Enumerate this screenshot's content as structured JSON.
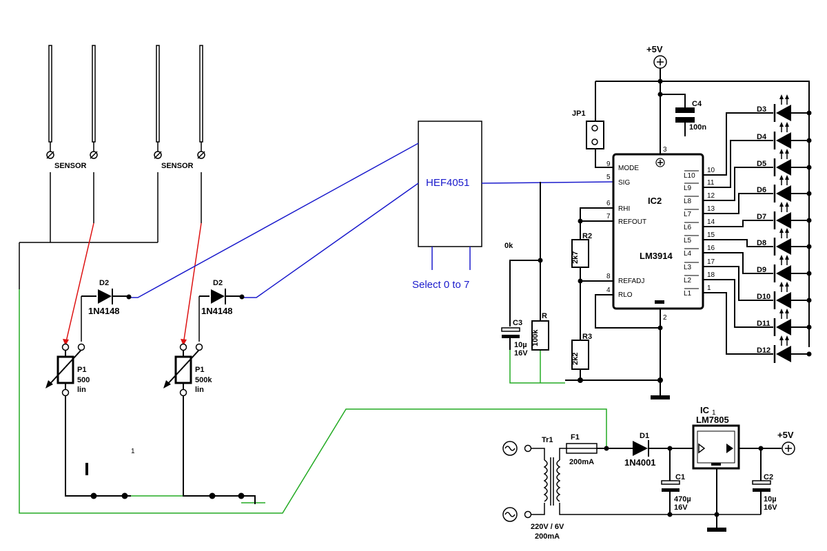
{
  "sensors": [
    {
      "label": "SENSOR"
    },
    {
      "label": "SENSOR"
    }
  ],
  "mux": {
    "name": "HEF4051",
    "select_label": "Select 0 to 7"
  },
  "pots": [
    {
      "ref": "P1",
      "value": "500",
      "lin": "lin"
    },
    {
      "ref": "P1",
      "value": "500k",
      "lin": "lin"
    }
  ],
  "signal_diodes": [
    {
      "ref": "D2",
      "part": "1N4148"
    },
    {
      "ref": "D2",
      "part": "1N4148"
    }
  ],
  "ic2": {
    "ref": "IC2",
    "part": "LM3914",
    "left_pins": [
      {
        "num": "9",
        "name": "MODE"
      },
      {
        "num": "5",
        "name": "SIG"
      },
      {
        "num": "6",
        "name": "RHI"
      },
      {
        "num": "7",
        "name": "REFOUT"
      },
      {
        "num": "8",
        "name": "REFADJ"
      },
      {
        "num": "4",
        "name": "RLO"
      }
    ],
    "right_pins": [
      {
        "num": "10",
        "name": "L10"
      },
      {
        "num": "11",
        "name": "L9"
      },
      {
        "num": "12",
        "name": "L8"
      },
      {
        "num": "13",
        "name": "L7"
      },
      {
        "num": "14",
        "name": "L6"
      },
      {
        "num": "15",
        "name": "L5"
      },
      {
        "num": "16",
        "name": "L4"
      },
      {
        "num": "17",
        "name": "L3"
      },
      {
        "num": "18",
        "name": "L2"
      },
      {
        "num": "1",
        "name": "L1"
      }
    ],
    "top_pin": "3",
    "bottom_pin": "2"
  },
  "leds": [
    "D3",
    "D4",
    "D5",
    "D6",
    "D7",
    "D8",
    "D9",
    "D10",
    "D11",
    "D12"
  ],
  "power_top": "+5V",
  "jp1": "JP1",
  "c4": {
    "ref": "C4",
    "value": "100n"
  },
  "r2": {
    "ref": "R2",
    "value": "2k7"
  },
  "r3": {
    "ref": "R3",
    "value": "2k2"
  },
  "r": {
    "ref": "R",
    "value": "100k"
  },
  "r_partial": "0k",
  "c3": {
    "ref": "C3",
    "value": "10µ",
    "volt": "16V"
  },
  "supply": {
    "tr": {
      "ref": "Tr1",
      "rating": "220V / 6V",
      "current": "200mA"
    },
    "fuse": {
      "ref": "F1",
      "value": "200mA"
    },
    "diode": {
      "ref": "D1",
      "part": "1N4001"
    },
    "c1": {
      "ref": "C1",
      "value": "470µ",
      "volt": "16V"
    },
    "reg": {
      "ref": "IC",
      "sub": "1",
      "part": "LM7805"
    },
    "c2": {
      "ref": "C2",
      "value": "10µ",
      "volt": "16V"
    },
    "out": "+5V"
  },
  "stray_mark": "1"
}
